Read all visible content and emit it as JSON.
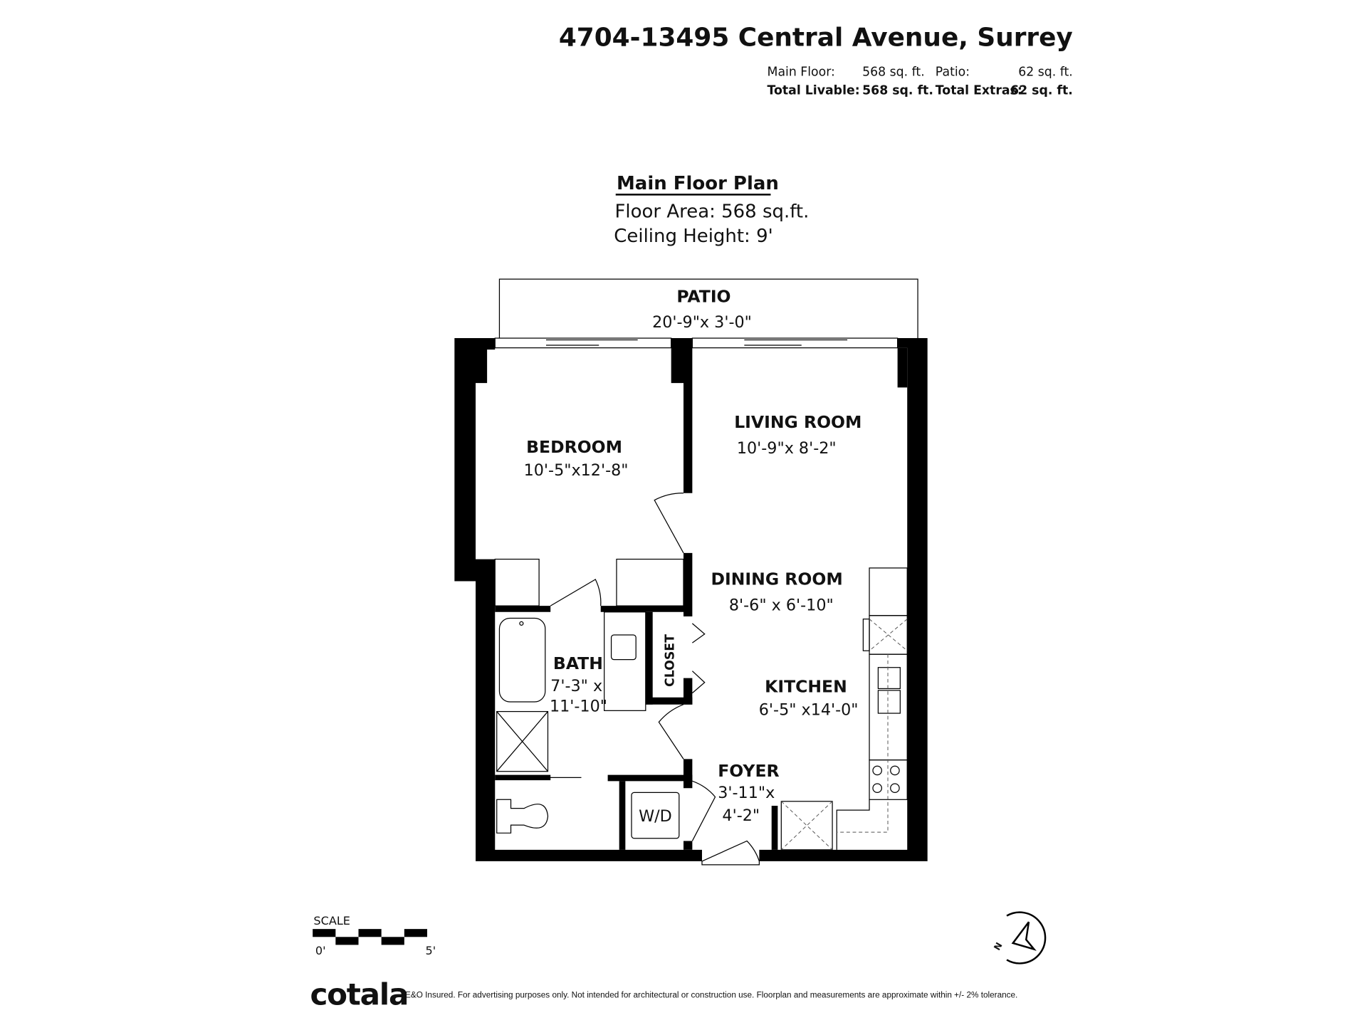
{
  "header": {
    "address": "4704-13495 Central Avenue, Surrey",
    "main_floor_label": "Main Floor:",
    "main_floor_value": "568 sq. ft.",
    "patio_label": "Patio:",
    "patio_value": "62 sq. ft.",
    "total_livable_label": "Total Livable:",
    "total_livable_value": "568 sq. ft.",
    "total_extras_label": "Total Extras:",
    "total_extras_value": "62 sq. ft."
  },
  "plan": {
    "heading": "Main Floor Plan",
    "floor_area": "Floor Area: 568 sq.ft.",
    "ceiling_height": "Ceiling Height: 9'"
  },
  "rooms": {
    "patio": {
      "name": "PATIO",
      "dims": "20'-9\"x 3'-0\""
    },
    "bedroom": {
      "name": "BEDROOM",
      "dims": "10'-5\"x12'-8\""
    },
    "living": {
      "name": "LIVING ROOM",
      "dims": "10'-9\"x 8'-2\""
    },
    "dining": {
      "name": "DINING ROOM",
      "dims": "8'-6\" x 6'-10\""
    },
    "bath": {
      "name": "BATH",
      "dims1": "7'-3\" x",
      "dims2": "11'-10\""
    },
    "closet": {
      "name": "CLOSET"
    },
    "kitchen": {
      "name": "KITCHEN",
      "dims": "6'-5\" x14'-0\""
    },
    "foyer": {
      "name": "FOYER",
      "dims1": "3'-11\"x",
      "dims2": "4'-2\""
    },
    "wd": {
      "name": "W/D"
    }
  },
  "scale": {
    "label": "SCALE",
    "start": "0'",
    "end": "5'"
  },
  "compass": {
    "label": "N"
  },
  "footer": {
    "brand": "cotala",
    "disclaimer": "E&O Insured. For advertising purposes only. Not intended for architectural or construction use. Floorplan and measurements are approximate within +/- 2% tolerance."
  }
}
